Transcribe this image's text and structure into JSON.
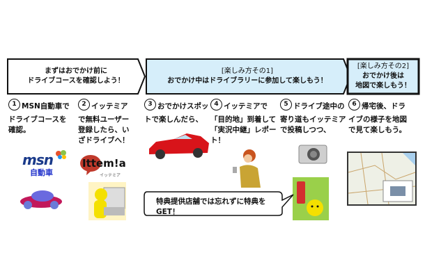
{
  "banner": {
    "stage1": [
      "まずはおでかけ前に",
      "ドライブコースを確認しよう！"
    ],
    "stage2": [
      "[楽しみ方その1]",
      "おでかけ中はドライブラリーに参加して楽しもう！"
    ],
    "stage3": [
      "[楽しみ方その2]",
      "おでかけ後は",
      "地図で楽しもう！"
    ]
  },
  "steps": [
    {
      "num": "1",
      "text": "MSN自動車でドライブコースを確認。"
    },
    {
      "num": "2",
      "text": "イッテミアで無料ユーザー登録したら、いざドライブへ！"
    },
    {
      "num": "3",
      "text": "おでかけスポットで楽しんだら、"
    },
    {
      "num": "4",
      "text": "イッテミアで「目的地」到着して「実況中継」レポート！"
    },
    {
      "num": "5",
      "text": "ドライブ途中の寄り道もイッテミアで投稿しつつ、"
    },
    {
      "num": "6",
      "text": "帰宅後、ドライブの様子を地図で見て楽しもう。"
    }
  ],
  "logos": {
    "msn": "msn",
    "msn_sub": "自動車",
    "ittemia": "Ittem!a",
    "ittemia_sub": "イッテミア"
  },
  "bubble": "特典提供店舗では忘れずに特典をGET！",
  "colors": {
    "stage_fill": "#d6eefa",
    "border": "#111111"
  }
}
